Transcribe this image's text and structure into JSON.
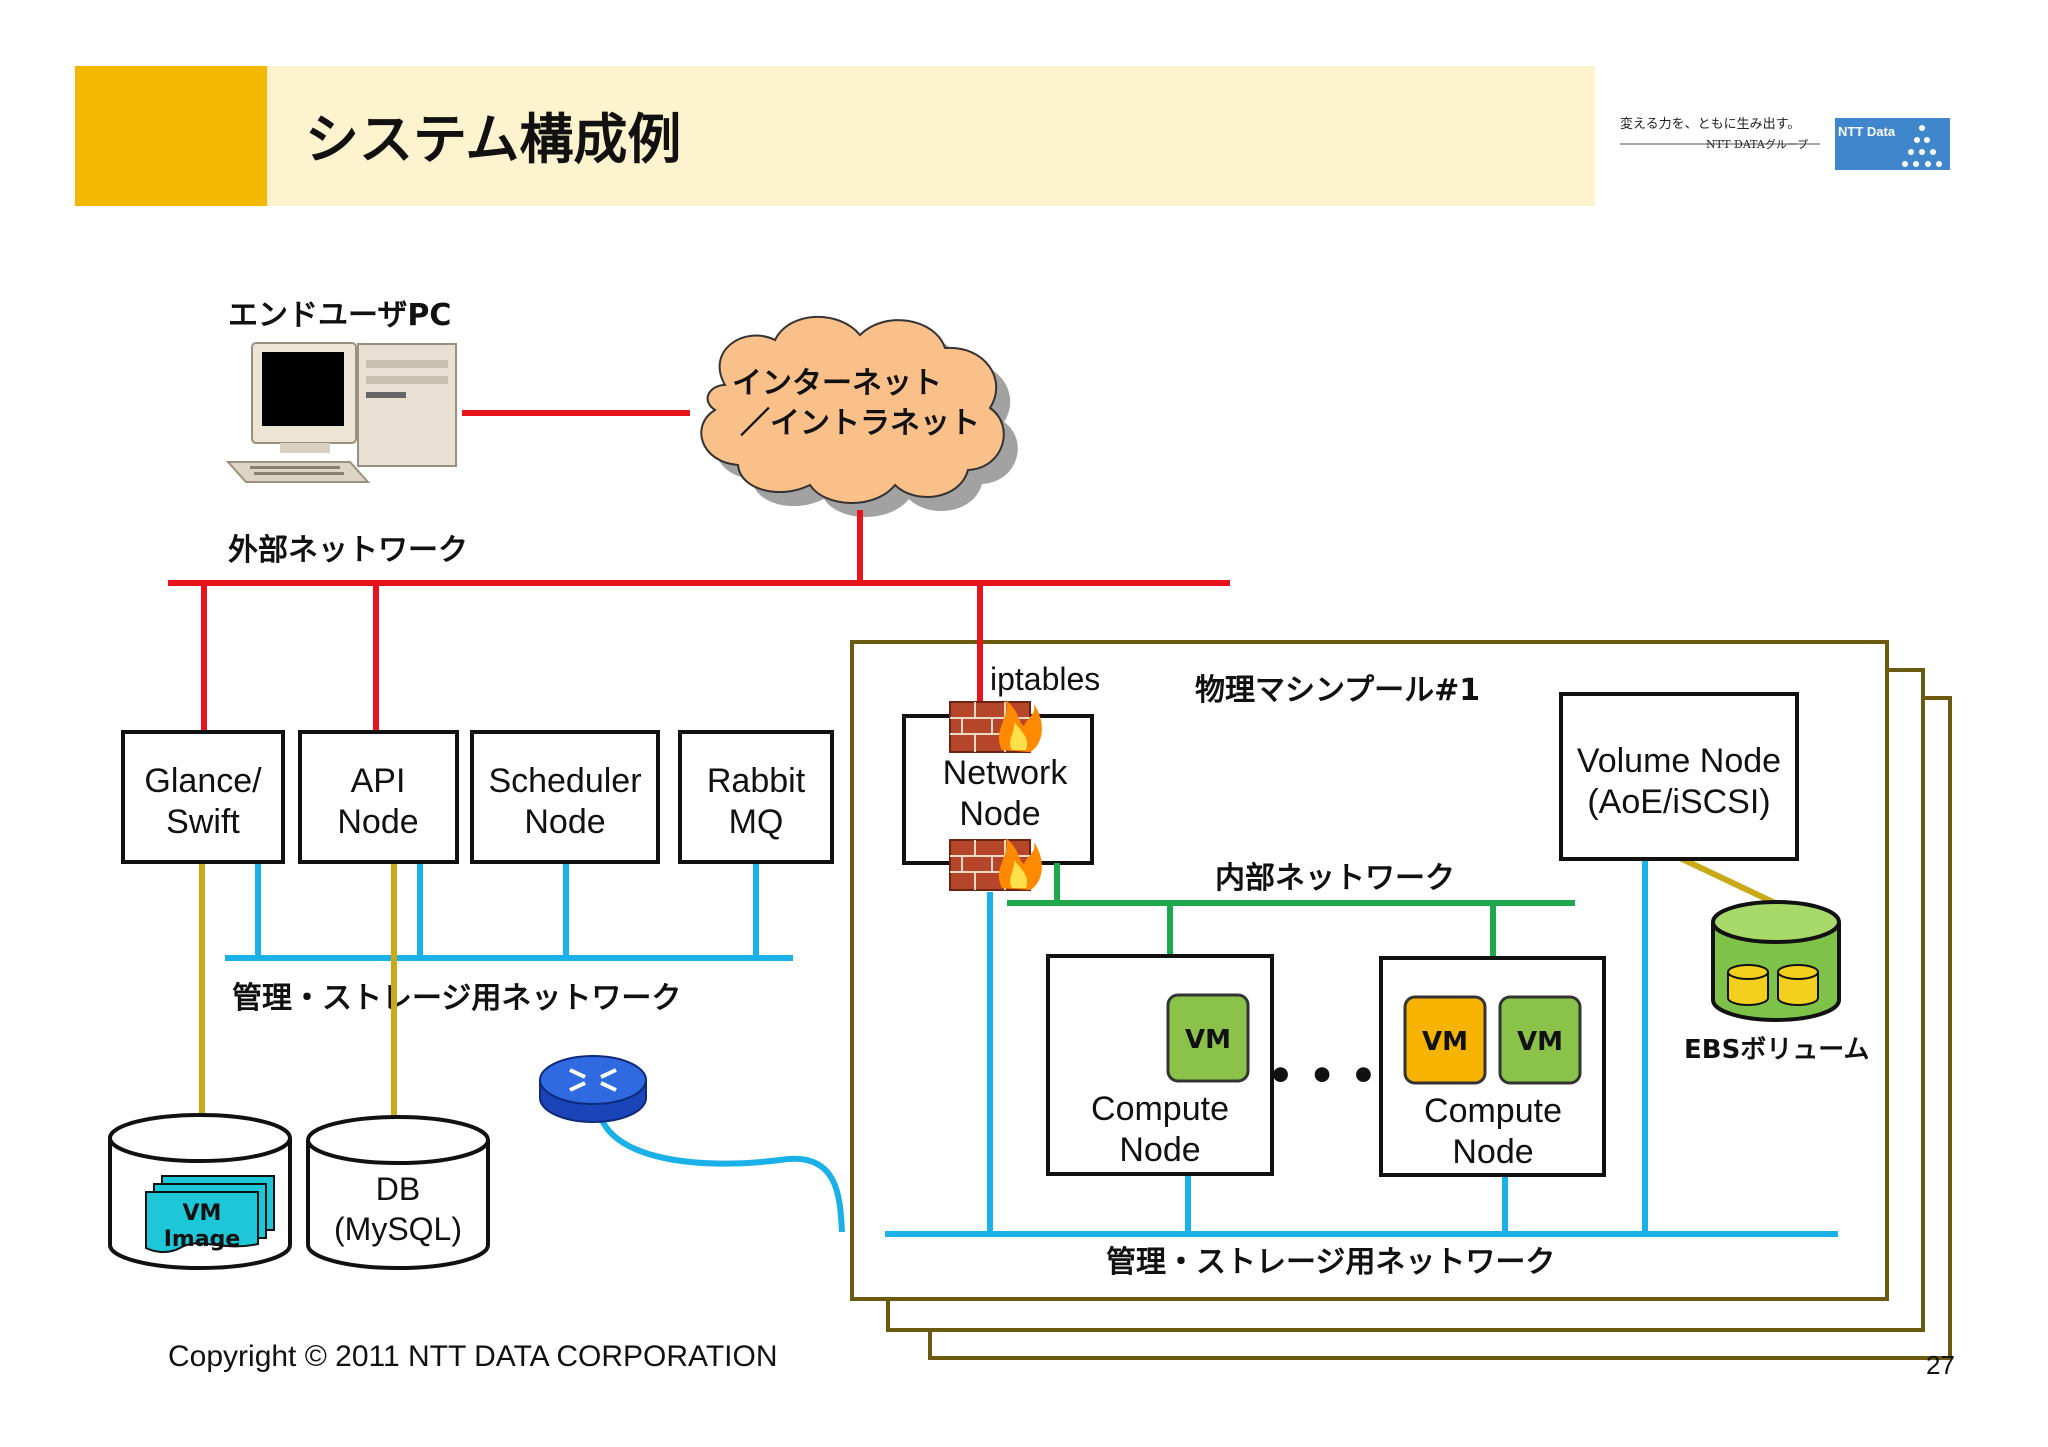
{
  "header": {
    "title": "システム構成例",
    "tagline": "変える力を、ともに生み出す。",
    "group_name": "NTT DATAグループ",
    "logo_text": "NTT Data"
  },
  "labels": {
    "end_user_pc": "エンドユーザPC",
    "internet_line1": "インターネット",
    "internet_line2": "／イントラネット",
    "external_network": "外部ネットワーク",
    "iptables": "iptables",
    "physical_pool": "物理マシンプール#1",
    "internal_network": "内部ネットワーク",
    "mgmt_network_left": "管理・ストレージ用ネットワーク",
    "mgmt_network_right": "管理・ストレージ用ネットワーク",
    "ebs_volume": "EBSボリューム",
    "ellipsis": "• • •"
  },
  "nodes": {
    "glance": [
      "Glance/",
      "Swift"
    ],
    "api": [
      "API",
      "Node"
    ],
    "scheduler": [
      "Scheduler",
      "Node"
    ],
    "rabbit": [
      "Rabbit",
      "MQ"
    ],
    "network": [
      "Network",
      "Node"
    ],
    "volume": [
      "Volume Node",
      "(AoE/iSCSI)"
    ],
    "compute1": [
      "Compute",
      "Node"
    ],
    "compute2": [
      "Compute",
      "Node"
    ]
  },
  "vm_labels": {
    "vm1": "VM",
    "vm2": "VM",
    "vm3": "VM"
  },
  "storage": {
    "vm_image": [
      "VM",
      "Image"
    ],
    "db": [
      "DB",
      "(MySQL)"
    ]
  },
  "footer": {
    "copyright": "Copyright © 2011 NTT DATA CORPORATION",
    "page_number": "27"
  },
  "colors": {
    "external_line": "#e8141c",
    "mgmt_line": "#1ab0e8",
    "internal_line": "#1ea84b",
    "storage_line": "#c9a918",
    "header_accent": "#f5b800",
    "header_band": "#fdf3cf",
    "vm_green": "#8bc34a",
    "vm_orange": "#f6b400",
    "pool_border": "#6b5a10",
    "cloud_fill": "#f9c08a",
    "logo_blue": "#3f86cc"
  },
  "icons": {
    "pc": "desktop-pc-icon",
    "cloud": "cloud-icon",
    "firewall": "firewall-icon",
    "router": "router-icon",
    "database": "database-cylinder-icon",
    "ebs": "ebs-volume-cylinder-icon"
  }
}
